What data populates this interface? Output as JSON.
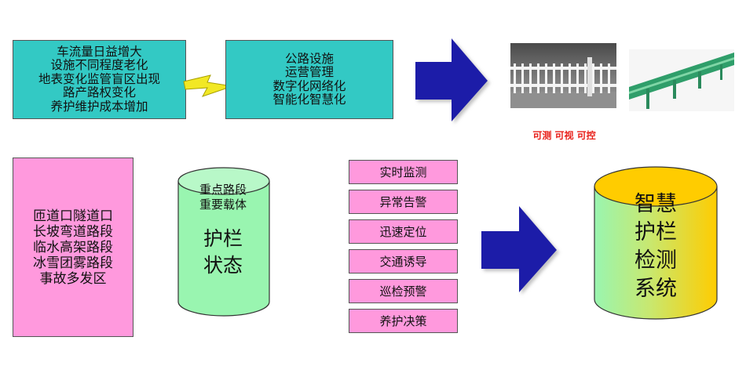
{
  "problems": {
    "lines": [
      "车流量日益增大",
      "设施不同程度老化",
      "地表变化监管盲区出现",
      "路产路权变化",
      "养护维护成本增加"
    ]
  },
  "trends": {
    "lines": [
      "公路设施",
      "运营管理",
      "数字化网络化",
      "智能化智慧化"
    ]
  },
  "photo_caption": "可测  可视  可控",
  "key_sections": {
    "lines": [
      "匝道口隧道口",
      "长坡弯道路段",
      "临水高架路段",
      "冰雪团雾路段",
      "事故多发区"
    ]
  },
  "guardrail_state": {
    "small_lines": [
      "重点路段",
      "重要载体"
    ],
    "big_lines": [
      "护栏",
      "状态"
    ]
  },
  "functions": [
    "实时监测",
    "异常告警",
    "迅速定位",
    "交通诱导",
    "巡检预警",
    "养护决策"
  ],
  "smart_system": {
    "lines": [
      "智慧",
      "护栏",
      "检测",
      "系统"
    ]
  },
  "colors": {
    "teal_box": "#33c9c4",
    "pink_box": "#ff99dd",
    "arrow": "#1f1fa8",
    "lightning": "#f2e824",
    "caption_red": "#e8201a",
    "cylinder_green": "#99f5b0",
    "cylinder_yellow": "#ffcc00"
  },
  "icons": [
    "lightning-icon",
    "arrow-right-icon"
  ]
}
